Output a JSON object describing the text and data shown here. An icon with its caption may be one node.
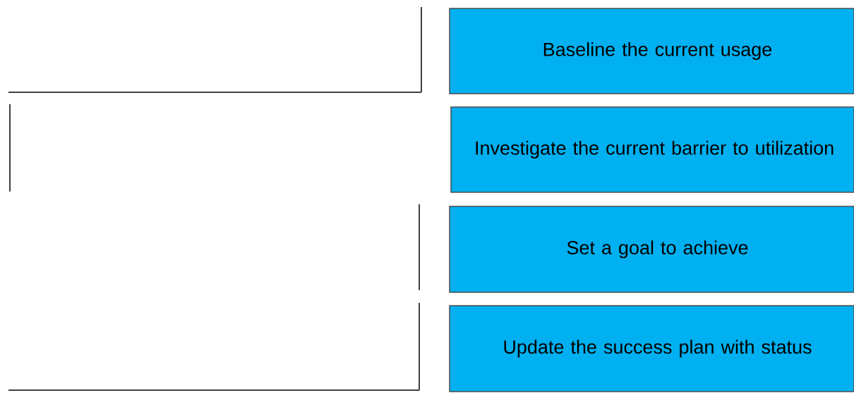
{
  "diagram": {
    "nodes": [
      {
        "text": [],
        "shape": "box"
      },
      {
        "text": [
          "Baseline the current usage"
        ]
      },
      {
        "text": [],
        "shape": "box"
      },
      {
        "text": [
          "Investigate the current barrier to utilization"
        ]
      },
      {
        "text": [],
        "shape": "box"
      },
      {
        "text": [
          "Set a goal to achieve"
        ]
      },
      {
        "text": [],
        "shape": "box"
      },
      {
        "text": [
          "Update the success plan with status"
        ]
      }
    ]
  }
}
